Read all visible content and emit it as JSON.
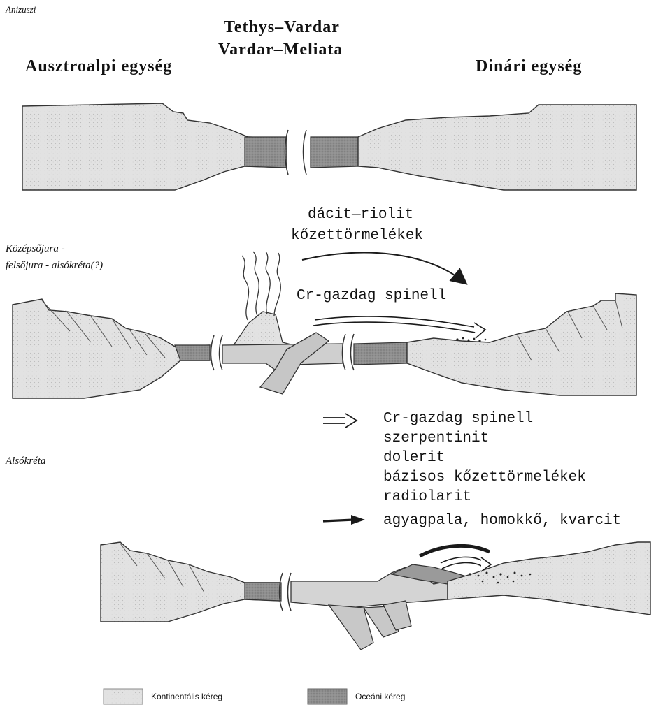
{
  "stages": {
    "anisian": "Anizuszi",
    "middle_jurassic_line1": "Középsőjura -",
    "middle_jurassic_line2": "felsőjura - alsókréta(?)",
    "lower_cretaceous": "Alsókréta"
  },
  "headers": {
    "ocean_line1": "Tethys–Vardar",
    "ocean_line2": "Vardar–Meliata",
    "left_unit": "Ausztroalpi egység",
    "right_unit": "Dinári egység"
  },
  "stage2_annotations": {
    "debris_line1": "dácit—riolit",
    "debris_line2": "kőzettörmelékek",
    "spinel": "Cr-gazdag spinell"
  },
  "stage3_key": {
    "open_arrow_items": [
      "Cr-gazdag spinell",
      "szerpentinit",
      "dolerit",
      "bázisos kőzettörmelékek",
      "radiolarit"
    ],
    "solid_arrow_item": "agyagpala, homokkő, kvarcit"
  },
  "legend": {
    "continental": "Kontinentális kéreg",
    "oceanic": "Oceáni kéreg"
  },
  "colors": {
    "continental_fill": "#dedede",
    "oceanic_fill": "#8f8f8f",
    "outline": "#333333",
    "arrow": "#1a1a1a"
  }
}
